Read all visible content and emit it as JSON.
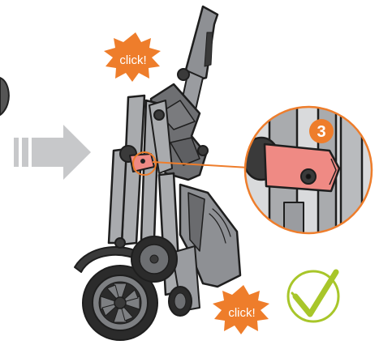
{
  "bursts": {
    "top": "click!",
    "bottom": "click!"
  },
  "step": {
    "number": "3"
  },
  "icons": {
    "arrow": "right-arrow-icon",
    "check": "checkmark-icon"
  },
  "colors": {
    "accent_orange": "#ee7d2b",
    "highlight_pink": "#ef8a84",
    "check_green": "#a8c62a",
    "arrow_gray": "#c7c8ca",
    "frame_gray": "#8e9094",
    "dark": "#222222"
  }
}
